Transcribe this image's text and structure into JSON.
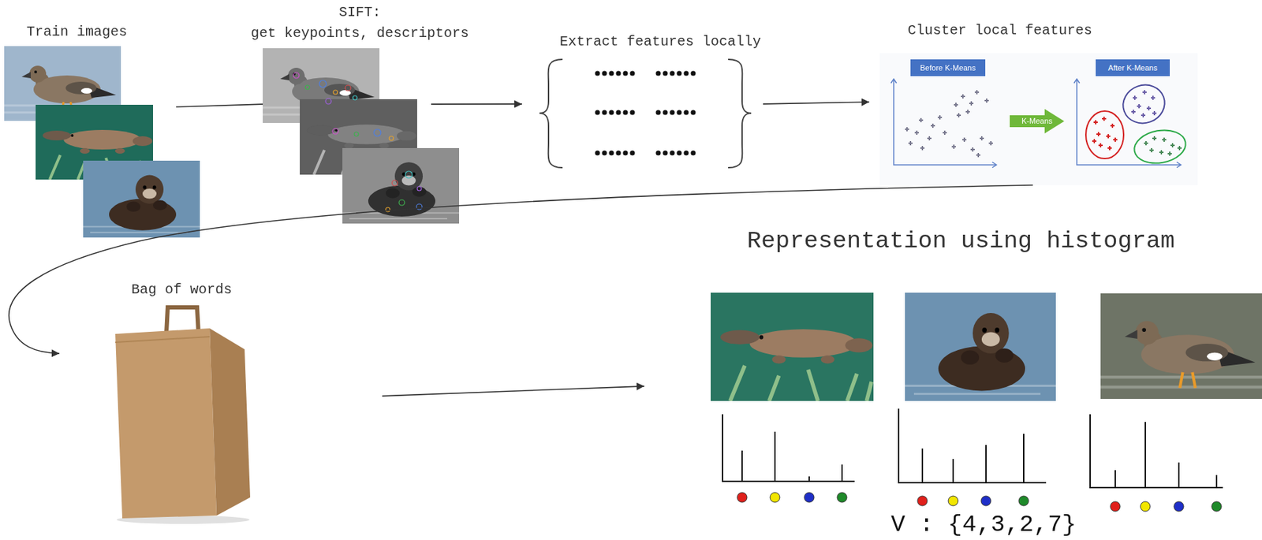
{
  "diagram": {
    "nodes": [
      {
        "text": [
          "Train images"
        ]
      },
      {
        "text": [
          "SIFT:",
          "get keypoints, descriptors"
        ]
      },
      {
        "text": [
          "Extract features locally"
        ]
      },
      {
        "text": [
          "Cluster local features"
        ]
      },
      {
        "text": [
          "Before K-Means"
        ],
        "in": 3
      },
      {
        "text": [
          "K-Means"
        ],
        "in": 3
      },
      {
        "text": [
          "After K-Means"
        ],
        "in": 3
      },
      {
        "text": [
          "Bag of words"
        ]
      },
      {
        "text": [
          "Representation using histogram"
        ]
      }
    ],
    "edges": [
      {
        "from": 0,
        "to": 1,
        "arrow": "none"
      },
      {
        "from": 1,
        "to": 2,
        "arrow": "to"
      },
      {
        "from": 2,
        "to": 3,
        "arrow": "to"
      },
      {
        "from": 3,
        "to": 7,
        "arrow": "to"
      },
      {
        "from": 7,
        "to": 8,
        "arrow": "to"
      }
    ],
    "labels": [
      "V : {4,3,2,7}"
    ]
  }
}
